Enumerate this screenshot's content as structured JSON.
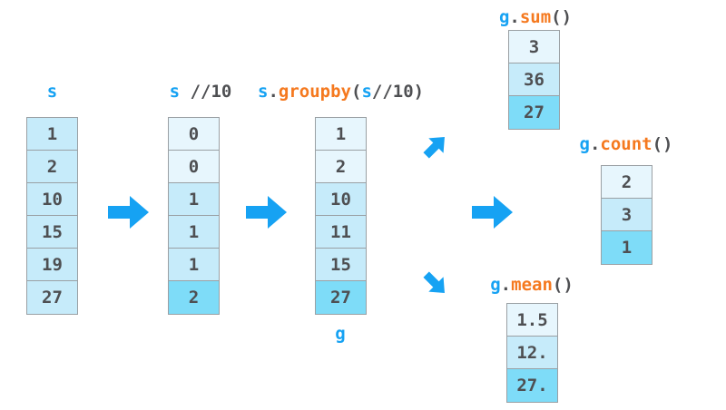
{
  "colors": {
    "accent_blue": "#16a2f3",
    "accent_orange": "#f5791f",
    "text_dark": "#4e4f52",
    "cell_border": "#9aa0a4",
    "shade_lightest": "#e7f6fd",
    "shade_light": "#c6ebfa",
    "shade_medium": "#7edcf8"
  },
  "labels": {
    "s": [
      {
        "t": "s",
        "c": "blue"
      }
    ],
    "s_floordiv": [
      {
        "t": "s",
        "c": "blue"
      },
      {
        "t": " //10",
        "c": "dark"
      }
    ],
    "groupby": [
      {
        "t": "s",
        "c": "blue"
      },
      {
        "t": ".",
        "c": "dark"
      },
      {
        "t": "groupby",
        "c": "orange"
      },
      {
        "t": "(",
        "c": "dark"
      },
      {
        "t": "s",
        "c": "blue"
      },
      {
        "t": "//10)",
        "c": "dark"
      }
    ],
    "g": [
      {
        "t": "g",
        "c": "blue"
      }
    ],
    "g_sum": [
      {
        "t": "g",
        "c": "blue"
      },
      {
        "t": ".",
        "c": "dark"
      },
      {
        "t": "sum",
        "c": "orange"
      },
      {
        "t": "()",
        "c": "dark"
      }
    ],
    "g_count": [
      {
        "t": "g",
        "c": "blue"
      },
      {
        "t": ".",
        "c": "dark"
      },
      {
        "t": "count",
        "c": "orange"
      },
      {
        "t": "()",
        "c": "dark"
      }
    ],
    "g_mean": [
      {
        "t": "g",
        "c": "blue"
      },
      {
        "t": ".",
        "c": "dark"
      },
      {
        "t": "mean",
        "c": "orange"
      },
      {
        "t": "()",
        "c": "dark"
      }
    ]
  },
  "columns": {
    "s": {
      "cells": [
        {
          "v": "1",
          "shade": "light"
        },
        {
          "v": "2",
          "shade": "light"
        },
        {
          "v": "10",
          "shade": "light"
        },
        {
          "v": "15",
          "shade": "light"
        },
        {
          "v": "19",
          "shade": "light"
        },
        {
          "v": "27",
          "shade": "light"
        }
      ]
    },
    "s_floordiv": {
      "cells": [
        {
          "v": "0",
          "shade": "lightest"
        },
        {
          "v": "0",
          "shade": "lightest"
        },
        {
          "v": "1",
          "shade": "light"
        },
        {
          "v": "1",
          "shade": "light"
        },
        {
          "v": "1",
          "shade": "light"
        },
        {
          "v": "2",
          "shade": "medium"
        }
      ]
    },
    "g": {
      "cells": [
        {
          "v": "1",
          "shade": "lightest"
        },
        {
          "v": "2",
          "shade": "lightest"
        },
        {
          "v": "10",
          "shade": "light"
        },
        {
          "v": "11",
          "shade": "light"
        },
        {
          "v": "15",
          "shade": "light"
        },
        {
          "v": "27",
          "shade": "medium"
        }
      ]
    },
    "g_sum": {
      "cells": [
        {
          "v": "3",
          "shade": "lightest"
        },
        {
          "v": "36",
          "shade": "light"
        },
        {
          "v": "27",
          "shade": "medium"
        }
      ]
    },
    "g_count": {
      "cells": [
        {
          "v": "2",
          "shade": "lightest"
        },
        {
          "v": "3",
          "shade": "light"
        },
        {
          "v": "1",
          "shade": "medium"
        }
      ]
    },
    "g_mean": {
      "cells": [
        {
          "v": "1.5",
          "shade": "lightest"
        },
        {
          "v": "12.",
          "shade": "light"
        },
        {
          "v": "27.",
          "shade": "medium"
        }
      ]
    }
  },
  "arrows": [
    {
      "name": "arrow-s-to-floordiv",
      "direction": "right"
    },
    {
      "name": "arrow-floordiv-to-groupby",
      "direction": "right"
    },
    {
      "name": "arrow-g-to-sum",
      "direction": "up-right"
    },
    {
      "name": "arrow-g-to-count",
      "direction": "right"
    },
    {
      "name": "arrow-g-to-mean",
      "direction": "down-right"
    }
  ]
}
